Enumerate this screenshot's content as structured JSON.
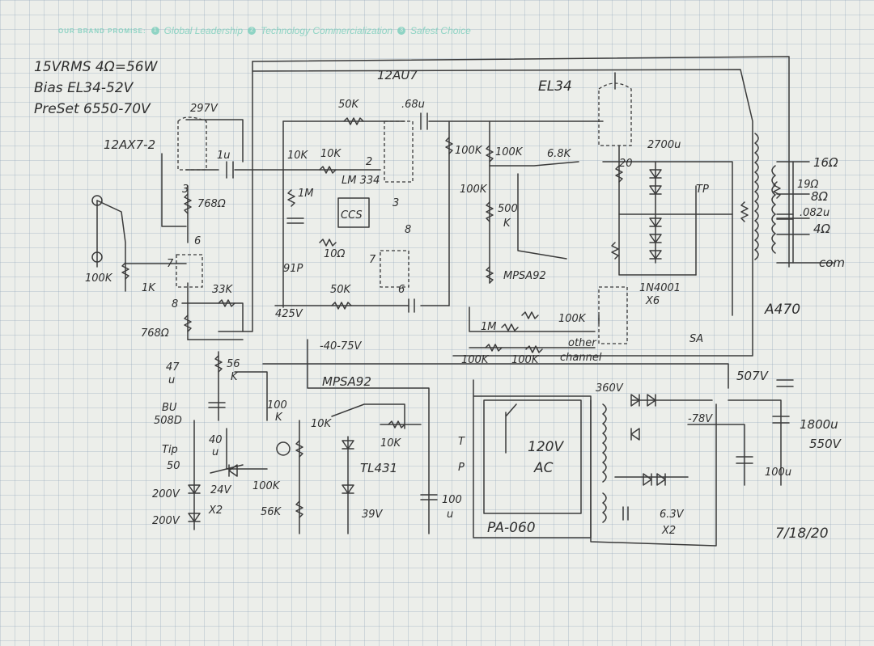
{
  "brand": {
    "lead": "OUR BRAND PROMISE:",
    "items": [
      {
        "num": "1",
        "text": "Global Leadership"
      },
      {
        "num": "2",
        "text": "Technology Commercialization"
      },
      {
        "num": "3",
        "text": "Safest Choice"
      }
    ]
  },
  "notes": {
    "power": "15VRMS 4Ω=56W",
    "bias": "Bias EL34-52V",
    "preset": "PreSet 6550-70V"
  },
  "tubes": {
    "v1": "12AX7-2",
    "v2": "12AU7",
    "v3": "EL34",
    "ccs": "CCS",
    "lm334": "LM 334",
    "transformer": "A470"
  },
  "labels": {
    "l297v": "297V",
    "l1u": "1u",
    "l768a": "768Ω",
    "l768b": "768Ω",
    "l100k_pot": "100K",
    "l1k": "1K",
    "l33k": "33K",
    "l425v": "425V",
    "l47": "47",
    "l47u": "u",
    "l56": "56",
    "l56k": "K",
    "lbu": "BU",
    "l508d": "508D",
    "ltip": "Tip",
    "l50": "50",
    "l40u": "40",
    "l40uu": "u",
    "l100_side": "100",
    "l100k_side": "K",
    "l24v": "24V",
    "l200v1": "200V",
    "l200v2": "200V",
    "lx2": "X2",
    "l100k_low": "100K",
    "l56k_low": "56K",
    "l50k_top": "50K",
    "l68u": ".68u",
    "l10k_a": "10K",
    "l10k_b": "10K",
    "l1m_a": "1M",
    "l10r": "10Ω",
    "l91p": "91P",
    "l50k_low": "50K",
    "pin2": "2",
    "pin3a": "3",
    "pin3b": "3",
    "pin6a": "6",
    "pin6b": "6",
    "pin7a": "7",
    "pin7b": "7",
    "pin8a": "8",
    "pin8b": "8",
    "l100k_a": "100K",
    "l100k_b": "100K",
    "l100k_c": "100K",
    "l500k": "500",
    "l500kk": "K",
    "l68k": "6.8K",
    "l20r": "20",
    "l2700u": "2700u",
    "ltp": "TP",
    "l16r": "16Ω",
    "l19r": "19Ω",
    "l8r": "8Ω",
    "l082u": ".082u",
    "l4r": "4Ω",
    "lcom": "com",
    "lmpsa92_a": "MPSA92",
    "l1n4001": "1N4001",
    "lx6": "X6",
    "l100k_bias": "100K",
    "l1m_b": "1M",
    "lother1": "other",
    "lother2": "channel",
    "l100k_d": "100K",
    "l100k_e": "100K",
    "lsa": "SA",
    "l40_75v": "-40-75V",
    "lmpsa92_b": "MPSA92",
    "l10k_c": "10K",
    "l10k_d": "10K",
    "ltl431": "TL431",
    "l39v": "39V",
    "ltp2a": "T",
    "ltp2b": "P",
    "l100u": "100",
    "l100uu": "u",
    "l120v": "120V",
    "lac": "AC",
    "lpa060": "PA-060",
    "l360v": "360V",
    "l507v": "507V",
    "l78v": "-78V",
    "l1800u": "1800u",
    "l550v": "550V",
    "l100m": "100u",
    "l63v": "6.3V",
    "lx2b": "X2",
    "ldate": "7/18/20"
  }
}
